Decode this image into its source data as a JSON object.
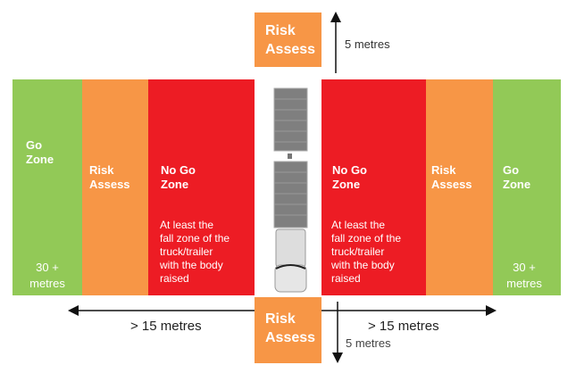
{
  "zones": {
    "go_left": {
      "title1": "Go",
      "title2": "Zone",
      "note1": "30 +",
      "note2": "metres"
    },
    "risk_left": {
      "title1": "Risk",
      "title2": "Assess"
    },
    "nogo_left": {
      "title1": "No Go",
      "title2": "Zone",
      "note": [
        "At least the",
        "fall zone of the",
        "truck/trailer",
        "with the body",
        "raised"
      ]
    },
    "nogo_right": {
      "title1": "No Go",
      "title2": "Zone",
      "note": [
        "At least the",
        "fall zone of the",
        "truck/trailer",
        "with the body",
        "raised"
      ]
    },
    "risk_right": {
      "title1": "Risk",
      "title2": "Assess"
    },
    "go_right": {
      "title1": "Go",
      "title2": "Zone",
      "note1": "30 +",
      "note2": "metres"
    }
  },
  "top_box": {
    "line1": "Risk",
    "line2": "Assess"
  },
  "bottom_box": {
    "line1": "Risk",
    "line2": "Assess"
  },
  "measurements": {
    "top": "5 metres",
    "bottom": "5 metres",
    "left": "> 15 metres",
    "right": "> 15 metres"
  },
  "colors": {
    "go": "#92c957",
    "risk": "#f79646",
    "nogo": "#ed1c24"
  }
}
